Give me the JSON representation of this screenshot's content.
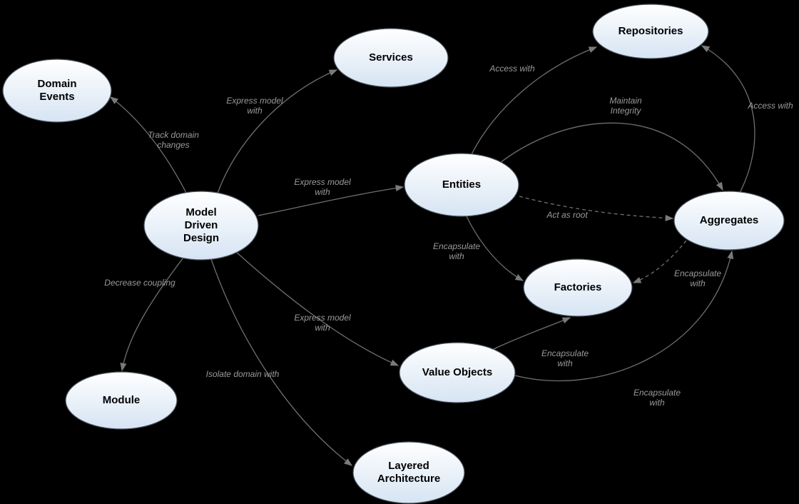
{
  "diagram": {
    "type": "concept-map",
    "subject": "Model Driven Design (Domain-Driven Design) relationships",
    "colors": {
      "background": "#000000",
      "node_fill_top": "#ffffff",
      "node_fill_bottom": "#d6e4f3",
      "node_border": "#4a535d",
      "node_text": "#000000",
      "edge_line": "#6f6f6f",
      "edge_label_text": "#9a9a9a"
    },
    "nodes": [
      {
        "id": "domain-events",
        "label": "Domain Events"
      },
      {
        "id": "services",
        "label": "Services"
      },
      {
        "id": "repositories",
        "label": "Repositories"
      },
      {
        "id": "model-driven-design",
        "label": "Model Driven Design"
      },
      {
        "id": "entities",
        "label": "Entities"
      },
      {
        "id": "aggregates",
        "label": "Aggregates"
      },
      {
        "id": "factories",
        "label": "Factories"
      },
      {
        "id": "module",
        "label": "Module"
      },
      {
        "id": "value-objects",
        "label": "Value Objects"
      },
      {
        "id": "layered-architecture",
        "label": "Layered Architecture"
      }
    ],
    "edges": [
      {
        "from": "model-driven-design",
        "to": "domain-events",
        "label": "Track domain changes",
        "style": "solid"
      },
      {
        "from": "model-driven-design",
        "to": "services",
        "label": "Express model with",
        "style": "solid"
      },
      {
        "from": "model-driven-design",
        "to": "entities",
        "label": "Express model with",
        "style": "solid"
      },
      {
        "from": "model-driven-design",
        "to": "value-objects",
        "label": "Express model with",
        "style": "solid"
      },
      {
        "from": "model-driven-design",
        "to": "module",
        "label": "Decrease coupling",
        "style": "solid"
      },
      {
        "from": "model-driven-design",
        "to": "layered-architecture",
        "label": "Isolate domain with",
        "style": "solid"
      },
      {
        "from": "entities",
        "to": "repositories",
        "label": "Access with",
        "style": "solid"
      },
      {
        "from": "aggregates",
        "to": "repositories",
        "label": "Access with",
        "style": "solid"
      },
      {
        "from": "entities",
        "to": "aggregates",
        "label": "Maintain Integrity",
        "style": "solid"
      },
      {
        "from": "entities",
        "to": "aggregates",
        "label": "Act as root",
        "style": "dashed"
      },
      {
        "from": "entities",
        "to": "factories",
        "label": "Encapsulate with",
        "style": "solid"
      },
      {
        "from": "aggregates",
        "to": "factories",
        "label": "Encapsulate with",
        "style": "dashed"
      },
      {
        "from": "value-objects",
        "to": "factories",
        "label": "Encapsulate with",
        "style": "solid"
      },
      {
        "from": "value-objects",
        "to": "aggregates",
        "label": "Encapsulate with",
        "style": "solid"
      }
    ]
  }
}
